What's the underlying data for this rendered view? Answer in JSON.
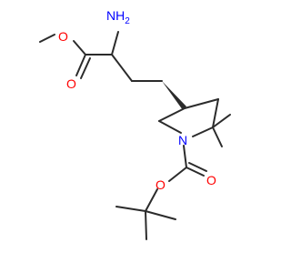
{
  "molecule": {
    "atoms": {
      "amine_label": "NH",
      "amine_subscript": "2",
      "ester_o_methoxy": "O",
      "ester_o_carbonyl": "O",
      "ring_n": "N",
      "carbamate_o_single": "O",
      "carbamate_o_double": "O"
    }
  },
  "colors": {
    "bond": "#2b2b2b",
    "oxygen": "#ff0000",
    "nitrogen": "#0000ff"
  }
}
